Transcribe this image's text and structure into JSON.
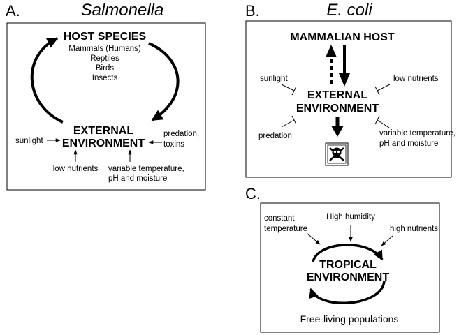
{
  "panelA": {
    "letter": "A.",
    "title": "Salmonella",
    "host_heading": "HOST SPECIES",
    "host_list": [
      "Mammals (Humans)",
      "Reptiles",
      "Birds",
      "Insects"
    ],
    "env_line1": "EXTERNAL",
    "env_line2": "ENVIRONMENT",
    "sunlight": "sunlight",
    "predation_line1": "predation,",
    "predation_line2": "toxins",
    "low_nutrients": "low nutrients",
    "variable_line1": "variable temperature,",
    "variable_line2": "pH and moisture"
  },
  "panelB": {
    "letter": "B.",
    "title": "E. coli",
    "host_heading": "MAMMALIAN HOST",
    "env_line1": "EXTERNAL",
    "env_line2": "ENVIRONMENT",
    "sunlight": "sunlight",
    "low_nutrients": "low nutrients",
    "predation": "predation",
    "variable_line1": "variable temperature,",
    "variable_line2": "pH and moisture",
    "death_icon": "skull-crossbones-icon"
  },
  "panelC": {
    "letter": "C.",
    "constant_line1": "constant",
    "constant_line2": "temperature",
    "humidity": "High humidity",
    "high_nutrients": "high nutrients",
    "env_line1": "TROPICAL",
    "env_line2": "ENVIRONMENT",
    "footer": "Free-living populations"
  }
}
